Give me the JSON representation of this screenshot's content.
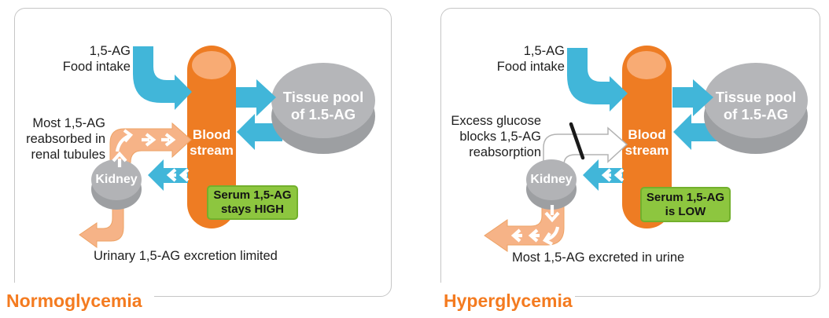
{
  "colors": {
    "arrow_blue": "#41b6d9",
    "cylinder_orange": "#ee7c23",
    "cylinder_highlight": "#f8ab74",
    "arrow_peach": "#f6b387",
    "gray_top": "#b5b6b9",
    "gray_bottom": "#9d9fa2",
    "badge_green": "#8dc63f",
    "badge_border": "#72b02c",
    "title_orange": "#f47b20",
    "panel_border": "#c6c6c6"
  },
  "panels": [
    {
      "title": "Normoglycemia",
      "food_intake": {
        "line1": "1,5-AG",
        "line2": "Food intake"
      },
      "side_note": {
        "line1": "Most 1,5-AG",
        "line2": "reabsorbed in",
        "line3": "renal tubules"
      },
      "blood_stream": {
        "line1": "Blood",
        "line2": "stream"
      },
      "tissue_pool": {
        "line1": "Tissue pool",
        "line2": "of 1.5-AG"
      },
      "kidney": "Kidney",
      "badge": {
        "line1": "Serum 1,5-AG",
        "line2": "stays HIGH"
      },
      "bottom_note": "Urinary 1,5-AG excretion limited"
    },
    {
      "title": "Hyperglycemia",
      "food_intake": {
        "line1": "1,5-AG",
        "line2": "Food intake"
      },
      "side_note": {
        "line1": "Excess glucose",
        "line2": "blocks 1,5-AG",
        "line3": "reabsorption"
      },
      "blood_stream": {
        "line1": "Blood",
        "line2": "stream"
      },
      "tissue_pool": {
        "line1": "Tissue pool",
        "line2": "of 1.5-AG"
      },
      "kidney": "Kidney",
      "badge": {
        "line1": "Serum 1,5-AG",
        "line2": "is LOW"
      },
      "bottom_note": "Most 1,5-AG excreted in urine"
    }
  ]
}
